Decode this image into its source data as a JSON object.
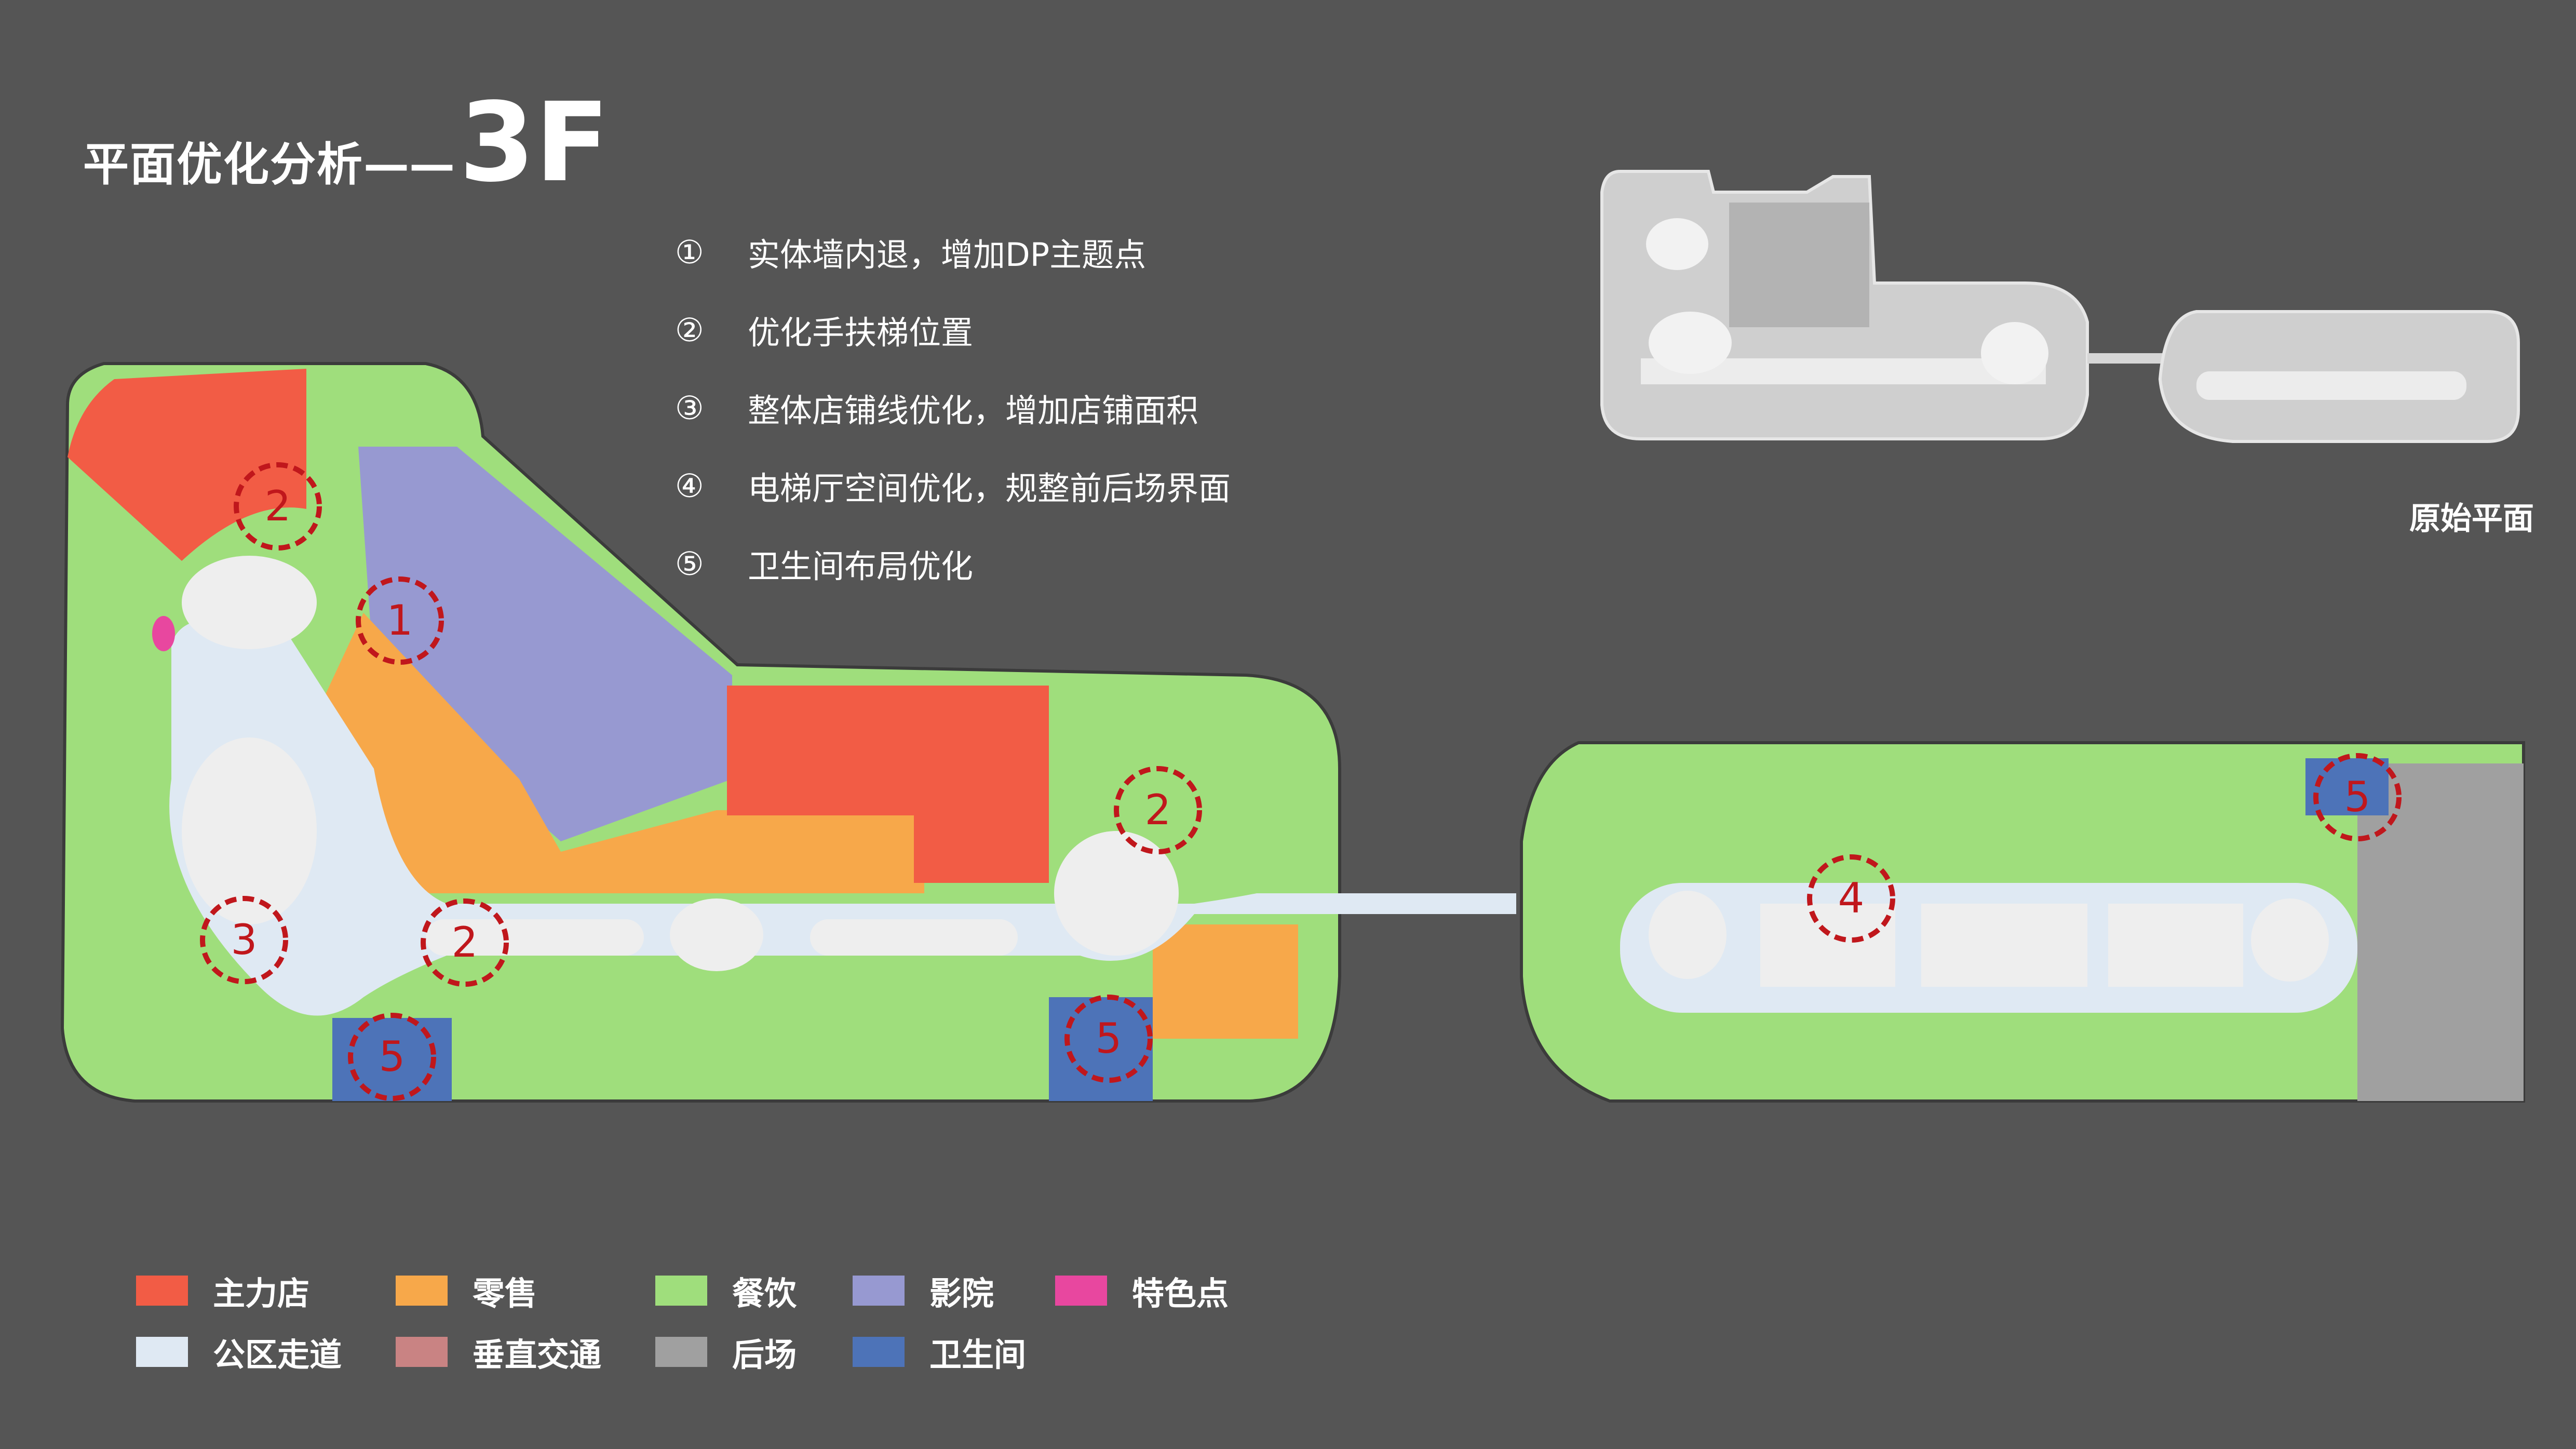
{
  "title": {
    "main": "平面优化分析",
    "dash": "——",
    "floor": "3F"
  },
  "notes": [
    {
      "num": "①",
      "text": "实体墙内退，增加DP主题点"
    },
    {
      "num": "②",
      "text": "优化手扶梯位置"
    },
    {
      "num": "③",
      "text": "整体店铺线优化，增加店铺面积"
    },
    {
      "num": "④",
      "text": "电梯厅空间优化，规整前后场界面"
    },
    {
      "num": "⑤",
      "text": "卫生间布局优化"
    }
  ],
  "original_plan_label": "原始平面",
  "markers": [
    "1",
    "2",
    "2",
    "2",
    "3",
    "4",
    "5",
    "5",
    "5"
  ],
  "legend": [
    {
      "label": "主力店",
      "color": "#f25c45"
    },
    {
      "label": "零售",
      "color": "#f7a84a"
    },
    {
      "label": "餐饮",
      "color": "#9fde7c"
    },
    {
      "label": "影院",
      "color": "#9799d1"
    },
    {
      "label": "特色点",
      "color": "#e8479f"
    },
    {
      "label": "公区走道",
      "color": "#dfe9f3"
    },
    {
      "label": "垂直交通",
      "color": "#c98383"
    },
    {
      "label": "后场",
      "color": "#a0a0a0"
    },
    {
      "label": "卫生间",
      "color": "#4d73b8"
    }
  ]
}
